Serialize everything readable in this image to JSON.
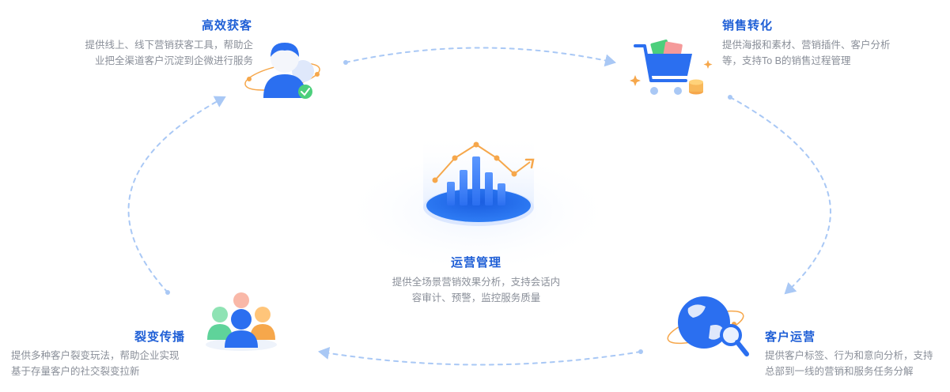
{
  "nodes": {
    "acquire": {
      "title": "高效获客",
      "desc_line1": "提供线上、线下营销获客工具，帮助企",
      "desc_line2": "业把全渠道客户沉淀到企微进行服务",
      "icon": "user-acquisition-icon"
    },
    "convert": {
      "title": "销售转化",
      "desc_line1": "提供海报和素材、营销插件、客户分析",
      "desc_line2": "等，支持To B的销售过程管理",
      "icon": "shopping-cart-icon"
    },
    "operate": {
      "title": "客户运营",
      "desc_line1": "提供客户标签、行为和意向分析，支持",
      "desc_line2": "总部到一线的营销和服务任务分解",
      "icon": "globe-search-icon"
    },
    "spread": {
      "title": "裂变传播",
      "desc_line1": "提供多种客户裂变玩法，帮助企业实现",
      "desc_line2": "基于存量客户的社交裂变拉新",
      "icon": "people-group-icon"
    },
    "center": {
      "title": "运营管理",
      "desc_line1": "提供全场景营销效果分析，支持会话内",
      "desc_line2": "容审计、预警，监控服务质量",
      "icon": "analytics-chart-icon"
    }
  },
  "colors": {
    "title": "#1f5fd6",
    "desc": "#8a8f99",
    "cycle_arrow": "#a9c8f5",
    "primary_blue": "#2b6ff0",
    "accent_orange": "#f6a74b",
    "accent_green": "#4ccf7c"
  }
}
